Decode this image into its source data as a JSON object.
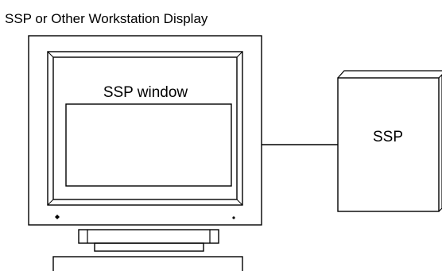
{
  "diagram": {
    "title": "SSP or Other Workstation Display",
    "monitor": {
      "window_label": "SSP window"
    },
    "ssp_box": {
      "label": "SSP"
    }
  },
  "colors": {
    "stroke": "#000000",
    "background": "#ffffff"
  }
}
